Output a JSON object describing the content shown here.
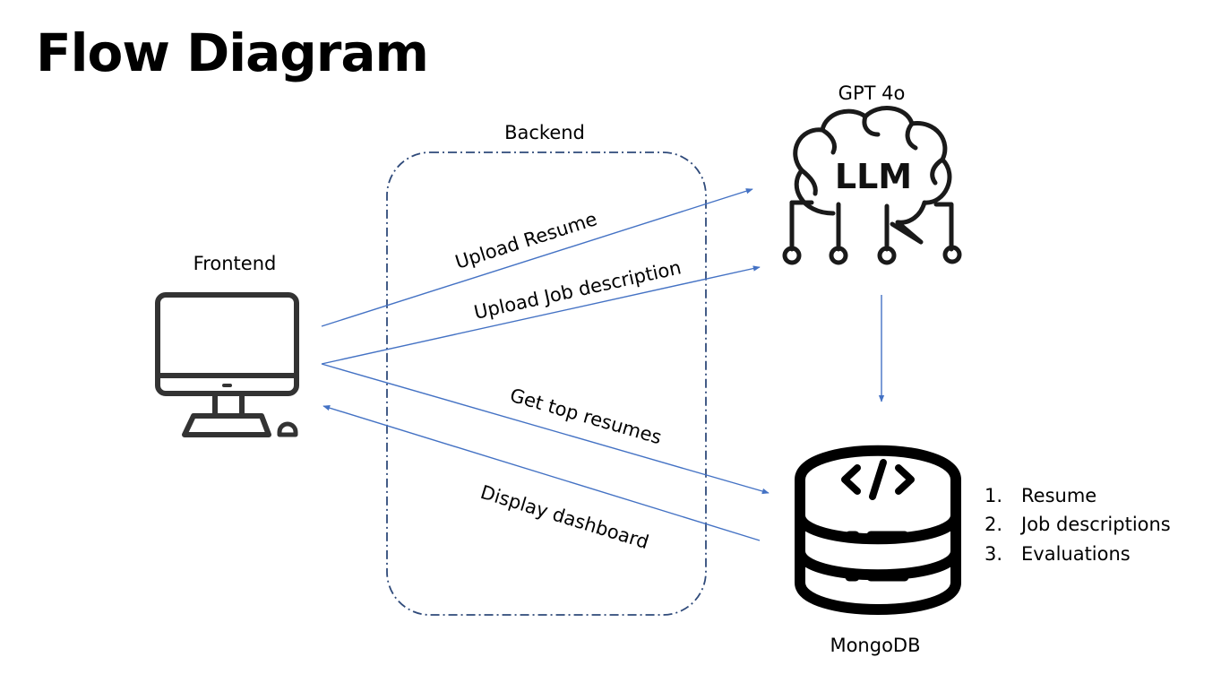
{
  "slide": {
    "title": "Flow Diagram"
  },
  "nodes": {
    "frontend": {
      "label": "Frontend",
      "icon": "desktop-computer-icon"
    },
    "backend": {
      "label": "Backend"
    },
    "llm": {
      "label": "GPT 4o",
      "icon_text": "LLM",
      "icon": "brain-llm-icon"
    },
    "database": {
      "label": "MongoDB",
      "icon": "database-code-icon"
    }
  },
  "edges": [
    {
      "from": "Frontend",
      "to": "GPT 4o",
      "label": "Upload Resume"
    },
    {
      "from": "Frontend",
      "to": "GPT 4o",
      "label": "Upload Job description"
    },
    {
      "from": "Frontend",
      "to": "MongoDB",
      "label": "Get top resumes"
    },
    {
      "from": "MongoDB",
      "to": "Frontend",
      "label": "Display dashboard"
    },
    {
      "from": "GPT 4o",
      "to": "MongoDB",
      "label": ""
    }
  ],
  "collections": [
    {
      "num": "1.",
      "text": "Resume"
    },
    {
      "num": "2.",
      "text": "Job descriptions"
    },
    {
      "num": "3.",
      "text": "Evaluations"
    }
  ],
  "colors": {
    "arrow": "#4472C4",
    "backend_border": "#2F4A7A",
    "icon": "#333333"
  }
}
